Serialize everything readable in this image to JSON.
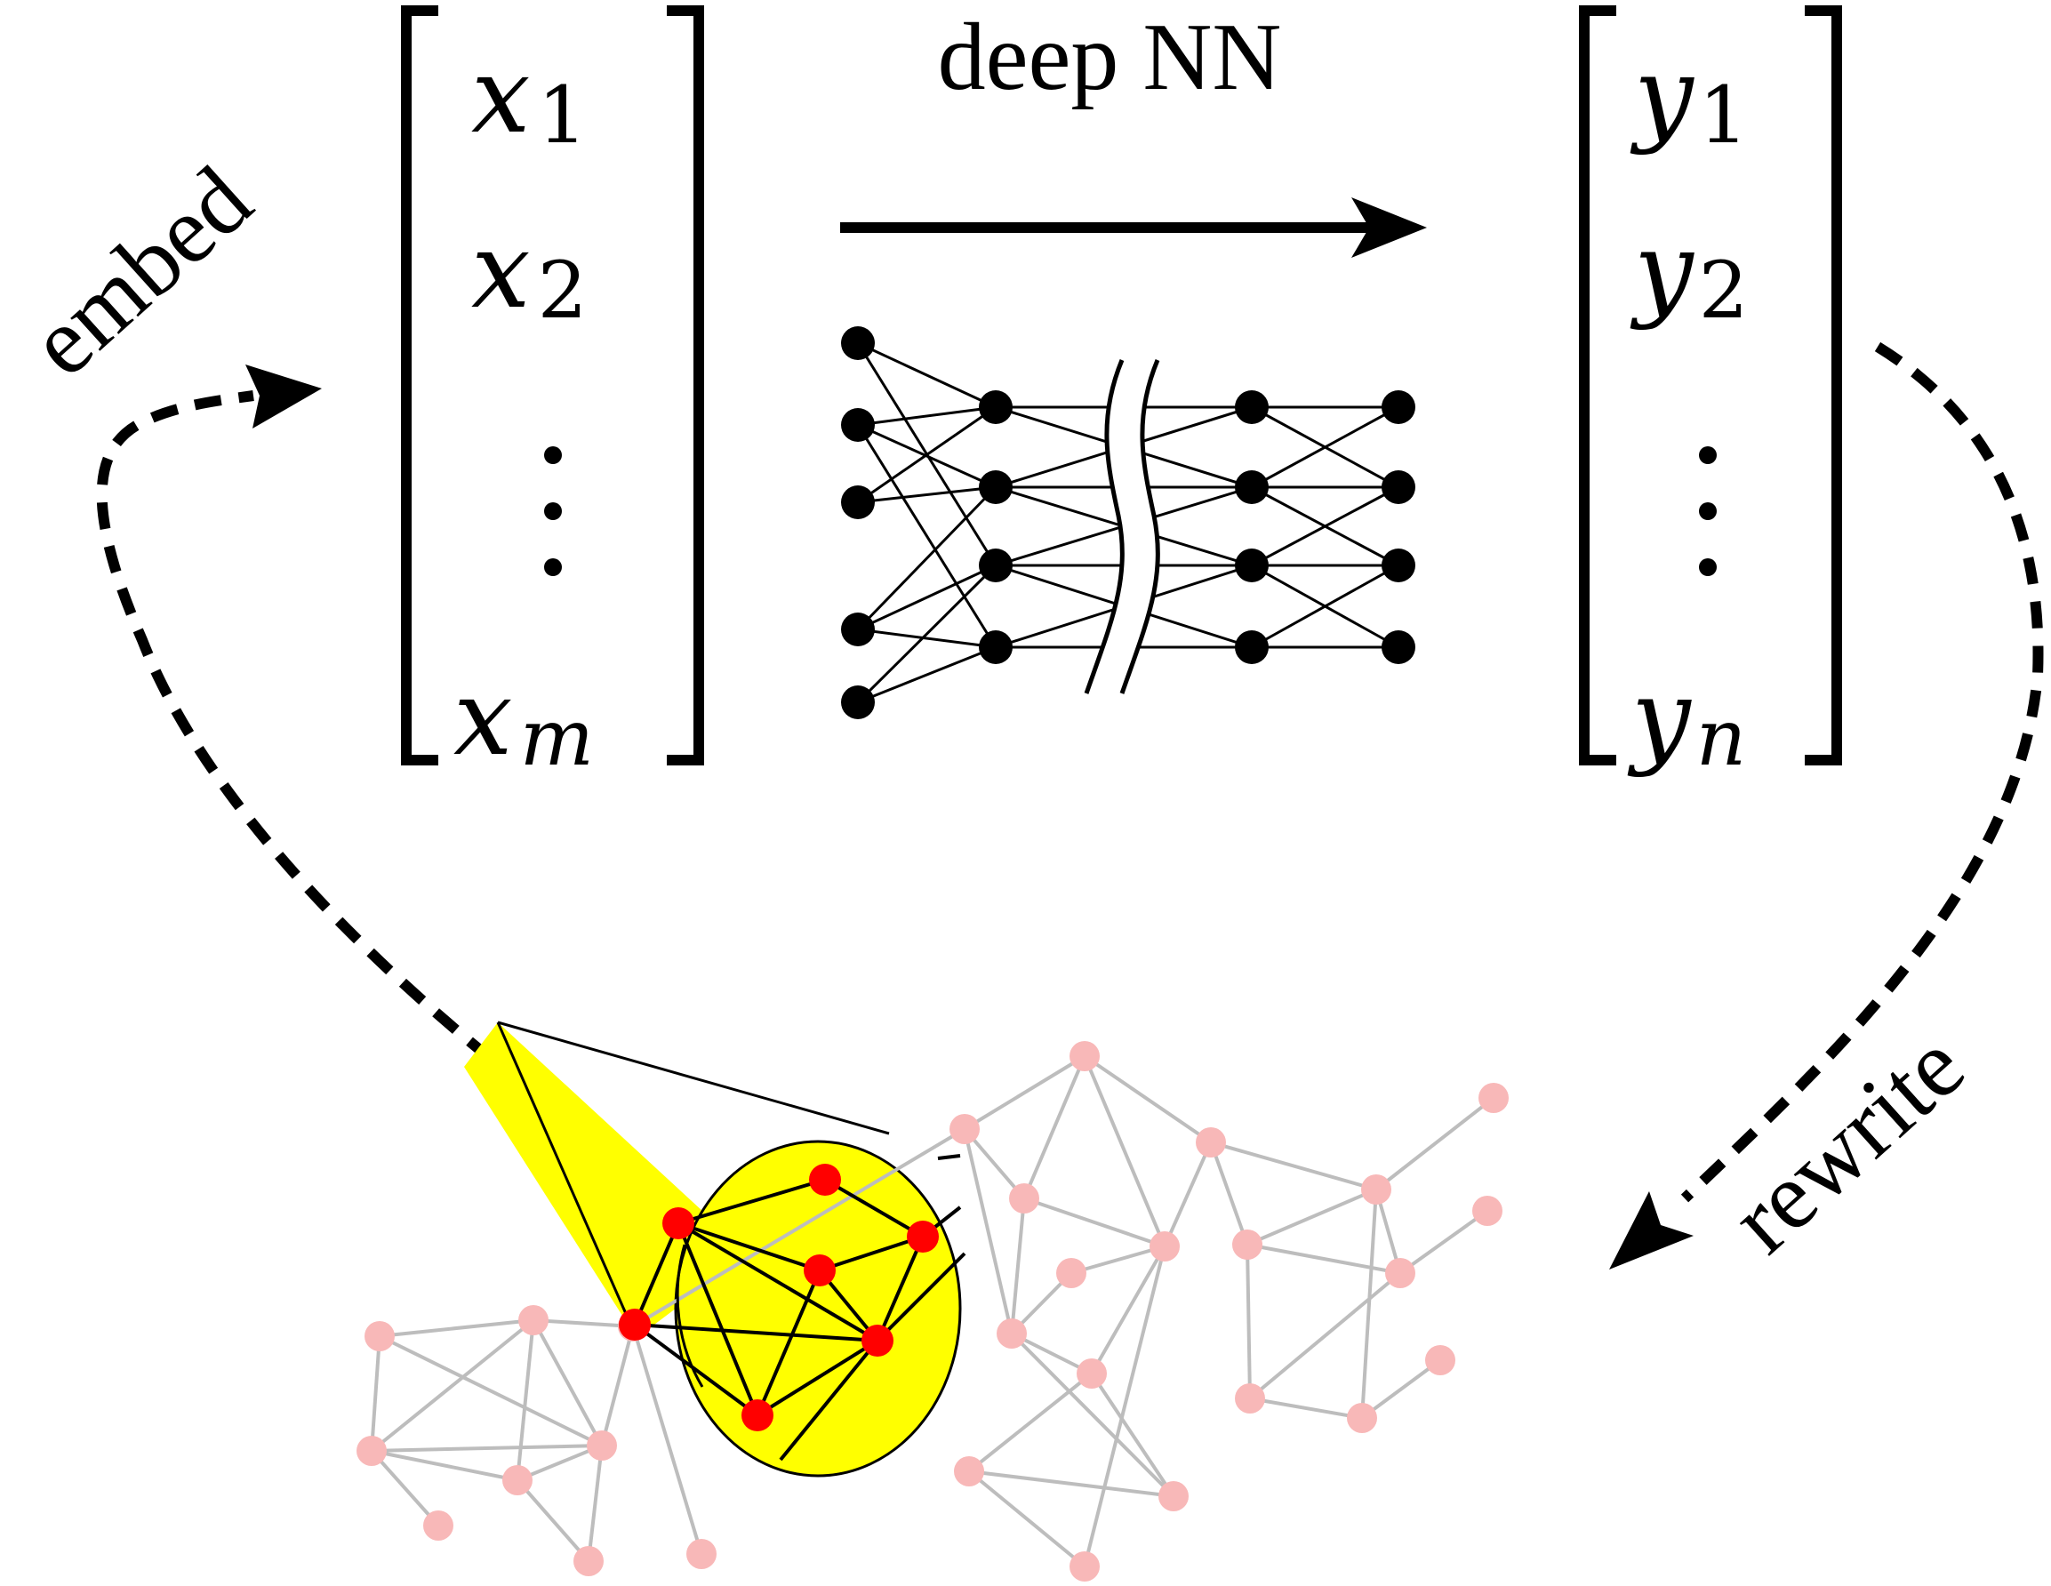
{
  "labels": {
    "network_label": "deep NN",
    "embed_label": "embed",
    "rewrite_label": "rewrite"
  },
  "input_vector": {
    "entries": [
      {
        "base": "x",
        "sub": "1"
      },
      {
        "base": "x",
        "sub": "2"
      },
      {
        "base": "x",
        "sub": "m"
      }
    ],
    "ellipsis": "⋮"
  },
  "output_vector": {
    "entries": [
      {
        "base": "y",
        "sub": "1"
      },
      {
        "base": "y",
        "sub": "2"
      },
      {
        "base": "y",
        "sub": "n"
      }
    ],
    "ellipsis": "⋮"
  },
  "colors": {
    "ink": "#000000",
    "graph_node": "#f8b8b8",
    "graph_edge": "#bdbdbd",
    "highlight_node": "#ff0000",
    "magnifier_fill": "#ffff00"
  },
  "icons": {
    "network_schematic": "neural-network-icon",
    "graph": "graph-network-icon",
    "magnifier": "magnifier-lens-icon"
  }
}
